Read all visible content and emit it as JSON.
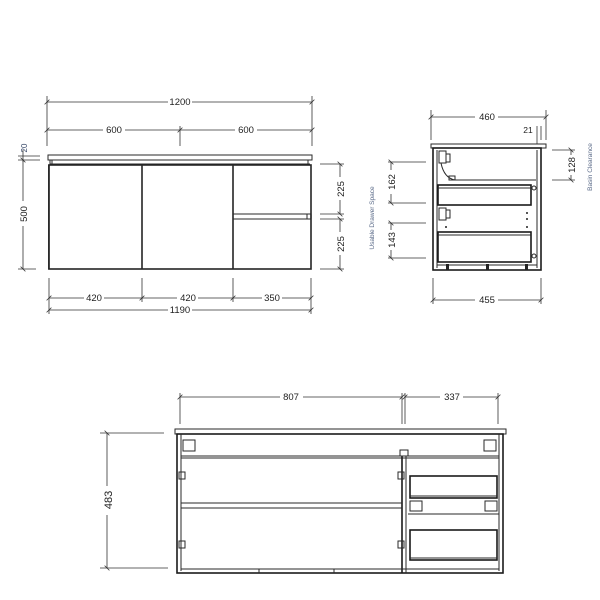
{
  "diagram": {
    "type": "technical-drawing",
    "subject": "wall-hung vanity cabinet, 1200 wide, 2 doors + 2 drawers",
    "views": {
      "front_elevation": {
        "dims": {
          "overall_top": "1200",
          "half_left": "600",
          "half_right": "600",
          "top_thickness": "20",
          "body_height": "500",
          "drawer_top": "225",
          "drawer_bottom": "225",
          "door_left": "420",
          "door_mid": "420",
          "drawer_width": "350",
          "overall_body": "1190"
        }
      },
      "side_elevation": {
        "dims": {
          "top_depth": "460",
          "basin_offset": "21",
          "basin_clearance": "128",
          "upper_drawer_space": "162",
          "lower_drawer_space": "143",
          "body_depth": "455"
        },
        "notes": {
          "usable_drawer_space": "Usable Drawer Space",
          "basin_clearance": "Basin Clearance"
        }
      },
      "internal_front_view": {
        "dims": {
          "left_section": "807",
          "right_section": "337",
          "internal_height": "483"
        }
      }
    }
  }
}
